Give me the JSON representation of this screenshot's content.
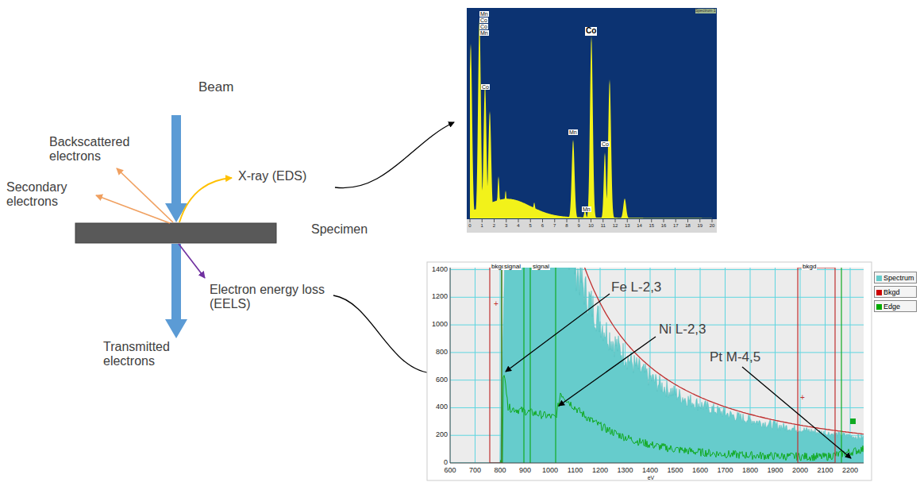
{
  "diagram": {
    "labels": [
      "Beam",
      "Backscattered electrons",
      "Secondary electrons",
      "X-ray (EDS)",
      "Specimen",
      "Electron energy loss (EELS)",
      "Transmitted electrons",
      "Spectrum 1",
      "Mn",
      "Co",
      "Co",
      "Mn",
      "Co",
      "Mn",
      "Mn",
      "Co",
      "Co",
      "0",
      "1",
      "2",
      "3",
      "4",
      "5",
      "6",
      "7",
      "8",
      "9",
      "10",
      "11",
      "12",
      "13",
      "14",
      "15",
      "16",
      "17",
      "18",
      "19",
      "20",
      "Fe L-2,3",
      "Ni L-2,3",
      "Pt M-4,5",
      "bkgd",
      "signal",
      "signal",
      "bkgd",
      "0",
      "200",
      "400",
      "600",
      "800",
      "1000",
      "1200",
      "1400",
      "600",
      "700",
      "800",
      "900",
      "1000",
      "1100",
      "1200",
      "1300",
      "1400",
      "1500",
      "1600",
      "1700",
      "1800",
      "1900",
      "2000",
      "2100",
      "2200",
      "eV"
    ],
    "legend": [
      {
        "text": "Spectrum",
        "color": "#66cccc"
      },
      {
        "text": "Bkgd",
        "color": "#cc0000"
      },
      {
        "text": "Edge",
        "color": "#00aa00"
      }
    ]
  }
}
